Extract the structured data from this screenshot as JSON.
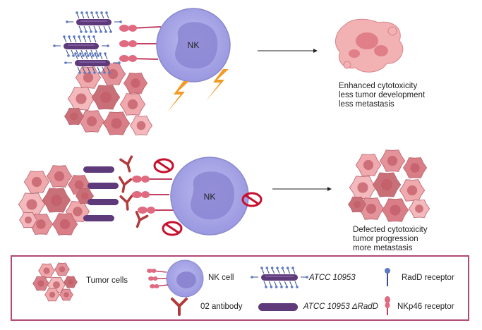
{
  "panel_top": {
    "cell_label": "NK",
    "outcome_lines": [
      "Enhanced cytotoxicity",
      "less tumor development",
      "less metastasis"
    ]
  },
  "panel_bottom": {
    "cell_label": "NK",
    "outcome_lines": [
      "Defected cytotoxicity",
      "tumor progression",
      "more metastasis"
    ]
  },
  "legend": {
    "tumor_cells": "Tumor cells",
    "nk_cell": "NK cell",
    "atcc": "ATCC 10953",
    "atcc_delta": "ATCC 10953 ΔRadD",
    "radd_receptor": "RadD receptor",
    "antibody": "02 antibody",
    "nkp46_receptor": "NKp46 receptor"
  },
  "colors": {
    "nk_outer": "#a9a8e6",
    "nk_inner": "#8c86d2",
    "bacteria": "#5e3a7a",
    "receptor": "#d4506a",
    "lightning": "#f19a24",
    "prohibit": "#c8102e",
    "tumor": "#e08c92",
    "legend_border": "#b04878"
  }
}
